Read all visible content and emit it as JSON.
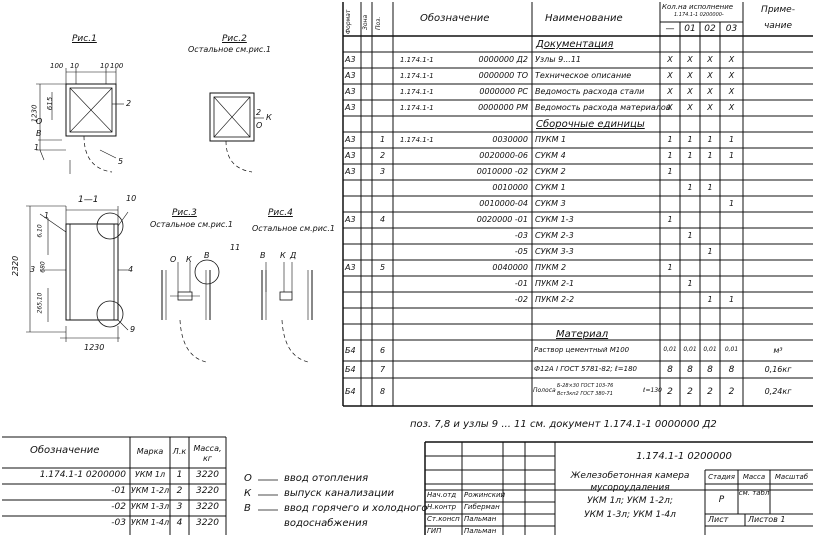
{
  "drawings": {
    "fig1_title": "Рис.1",
    "fig2_title": "Рис.2",
    "fig2_note": "Остальное см.рис.1",
    "fig3_title": "Рис.3",
    "fig3_note": "Остальное см.рис.1",
    "fig4_title": "Рис.4",
    "fig4_note": "Остальное см.рис.1",
    "section_title": "1—1",
    "dims": {
      "d100a": "100",
      "d10a": "10",
      "d10b": "10",
      "d100b": "100",
      "d1230v": "1230",
      "d615": "615",
      "d2320": "2320",
      "d670": "6,10",
      "d680": "680",
      "d6510": "265,10",
      "d1230h": "1230"
    },
    "labels": {
      "n1": "1",
      "n2": "2",
      "n3": "3",
      "n4": "4",
      "n5": "5",
      "n9": "9",
      "n10": "10",
      "n11": "11",
      "f1_O": "О",
      "f1_B": "В",
      "f1_1": "1",
      "f2_K": "К",
      "f2_O": "О",
      "f3_O": "О",
      "f3_K": "К",
      "f3_B": "В",
      "f4_B": "В",
      "f4_K": "К",
      "f4_D": "Д"
    }
  },
  "spec": {
    "headers": {
      "format": "Формат",
      "zone": "Зона",
      "pos": "Поз.",
      "designation": "Обозначение",
      "name": "Наименование",
      "qty_top": "Кол.на исполнение",
      "qty_code": "1.174.1-1  0200000-",
      "cols": [
        "—",
        "01",
        "02",
        "03"
      ],
      "note_1": "Приме-",
      "note_2": "чание"
    },
    "sections": {
      "docs": "Документация",
      "units": "Сборочные единицы",
      "material": "Материал"
    },
    "rows": [
      {
        "fmt": "А3",
        "pos": "",
        "code": "1.174.1-1",
        "desig": "0000000 Д2",
        "name": "Узлы 9...11",
        "q": [
          "Х",
          "Х",
          "Х",
          "Х"
        ],
        "note": ""
      },
      {
        "fmt": "А3",
        "pos": "",
        "code": "1.174.1-1",
        "desig": "0000000 ТО",
        "name": "Техническое описание",
        "q": [
          "Х",
          "Х",
          "Х",
          "Х"
        ],
        "note": ""
      },
      {
        "fmt": "А3",
        "pos": "",
        "code": "1.174.1-1",
        "desig": "0000000 РС",
        "name": "Ведомость расхода стали",
        "q": [
          "Х",
          "Х",
          "Х",
          "Х"
        ],
        "note": ""
      },
      {
        "fmt": "А3",
        "pos": "",
        "code": "1.174.1-1",
        "desig": "0000000 РМ",
        "name": "Ведомость расхода материалов",
        "q": [
          "Х",
          "Х",
          "Х",
          "Х"
        ],
        "note": ""
      },
      {
        "fmt": "А3",
        "pos": "1",
        "code": "1.174.1-1",
        "desig": "0030000",
        "name": "ПУКМ 1",
        "q": [
          "1",
          "1",
          "1",
          "1"
        ],
        "note": ""
      },
      {
        "fmt": "А3",
        "pos": "2",
        "code": "",
        "desig": "0020000-06",
        "name": "СУКМ 4",
        "q": [
          "1",
          "1",
          "1",
          "1"
        ],
        "note": ""
      },
      {
        "fmt": "А3",
        "pos": "3",
        "code": "",
        "desig": "0010000 -02",
        "name": "СУКМ 2",
        "q": [
          "1",
          "",
          "",
          ""
        ],
        "note": ""
      },
      {
        "fmt": "",
        "pos": "",
        "code": "",
        "desig": "0010000",
        "name": "СУКМ 1",
        "q": [
          "",
          "1",
          "1",
          ""
        ],
        "note": ""
      },
      {
        "fmt": "",
        "pos": "",
        "code": "",
        "desig": "0010000-04",
        "name": "СУКМ 3",
        "q": [
          "",
          "",
          "",
          "1"
        ],
        "note": ""
      },
      {
        "fmt": "А3",
        "pos": "4",
        "code": "",
        "desig": "0020000 -01",
        "name": "СУКМ 1-3",
        "q": [
          "1",
          "",
          "",
          ""
        ],
        "note": ""
      },
      {
        "fmt": "",
        "pos": "",
        "code": "",
        "desig": "-03",
        "name": "СУКМ 2-3",
        "q": [
          "",
          "1",
          "",
          ""
        ],
        "note": ""
      },
      {
        "fmt": "",
        "pos": "",
        "code": "",
        "desig": "-05",
        "name": "СУКМ 3-3",
        "q": [
          "",
          "",
          "1",
          ""
        ],
        "note": ""
      },
      {
        "fmt": "А3",
        "pos": "5",
        "code": "",
        "desig": "0040000",
        "name": "ПУКМ 2",
        "q": [
          "1",
          "",
          "",
          ""
        ],
        "note": ""
      },
      {
        "fmt": "",
        "pos": "",
        "code": "",
        "desig": "-01",
        "name": "ПУКМ 2-1",
        "q": [
          "",
          "1",
          "",
          ""
        ],
        "note": ""
      },
      {
        "fmt": "",
        "pos": "",
        "code": "",
        "desig": "-02",
        "name": "ПУКМ 2-2",
        "q": [
          "",
          "",
          "1",
          "1"
        ],
        "note": ""
      }
    ],
    "materials": [
      {
        "fmt": "Б4",
        "pos": "6",
        "name": "Раствор цементный М100",
        "q": [
          "0,01",
          "0,01",
          "0,01",
          "0,01"
        ],
        "note": "м³"
      },
      {
        "fmt": "Б4",
        "pos": "7",
        "name": "Ф12А I ГОСТ 5781-82; ℓ=180",
        "q": [
          "8",
          "8",
          "8",
          "8"
        ],
        "note": "0,16кг"
      },
      {
        "fmt": "Б4",
        "pos": "8",
        "name_l1": "Б-28×30 ГОСТ 103-76",
        "name_l2": "Вст3кп2 ГОСТ 380-71",
        "name_pre": "Полоса",
        "name_post": "ℓ=130",
        "q": [
          "2",
          "2",
          "2",
          "2"
        ],
        "note": "0,24кг"
      }
    ],
    "footnote": "поз. 7,8 и узлы  9 ... 11  см. документ 1.174.1-1  0000000 Д2"
  },
  "marks_table": {
    "headers": {
      "designation": "Обозначение",
      "mark": "Марка",
      "k": "Л.к",
      "mass": "Масса, кг"
    },
    "rows": [
      {
        "desig": "1.174.1-1  0200000",
        "mark": "УКМ 1л",
        "k": "1",
        "mass": "3220"
      },
      {
        "desig": "-01",
        "mark": "УКМ 1-2л",
        "k": "2",
        "mass": "3220"
      },
      {
        "desig": "-02",
        "mark": "УКМ 1-3л",
        "k": "3",
        "mass": "3220"
      },
      {
        "desig": "-03",
        "mark": "УКМ 1-4л",
        "k": "4",
        "mass": "3220"
      }
    ]
  },
  "legend": [
    {
      "sym": "О",
      "text": "ввод отопления"
    },
    {
      "sym": "К",
      "text": "выпуск канализации"
    },
    {
      "sym": "В",
      "text": "ввод горячего и холодного"
    },
    {
      "sym": "",
      "text": "водоснабжения"
    }
  ],
  "title_block": {
    "code": "1.174.1-1   0200000",
    "title_l1": "Железобетонная камера",
    "title_l2": "мусороудаления",
    "title_l3": "УКМ 1л; УКМ 1-2л;",
    "title_l4": "УКМ 1-3л; УКМ 1-4л",
    "stage_h": "Стадия",
    "mass_h": "Масса",
    "scale_h": "Масштаб",
    "stage": "Р",
    "mass": "см. табл",
    "sheet": "Лист",
    "sheets": "Листов 1",
    "people": [
      {
        "role": "Нач.отд",
        "name": "Рожинский"
      },
      {
        "role": "Н.контр",
        "name": "Гиберман"
      },
      {
        "role": "Ст.консп",
        "name": "Пальман"
      },
      {
        "role": "ГИП",
        "name": "Пальман"
      }
    ]
  }
}
